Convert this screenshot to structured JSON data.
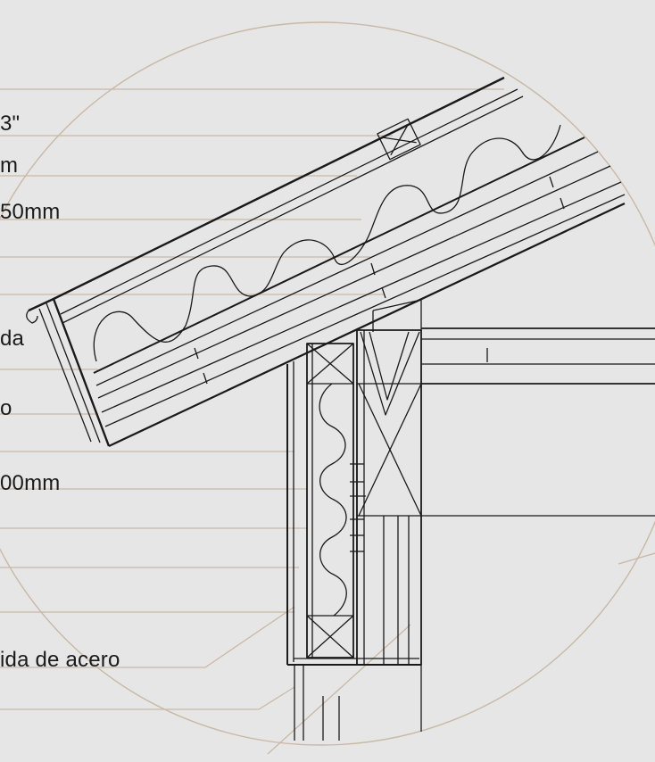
{
  "labels": [
    "3\"",
    "m",
    "50mm",
    "da",
    "o",
    "00mm",
    "ida de acero"
  ],
  "colors": {
    "background": "#e6e6e6",
    "leader": "#c9b8a6",
    "ink": "#1a1a1a"
  }
}
